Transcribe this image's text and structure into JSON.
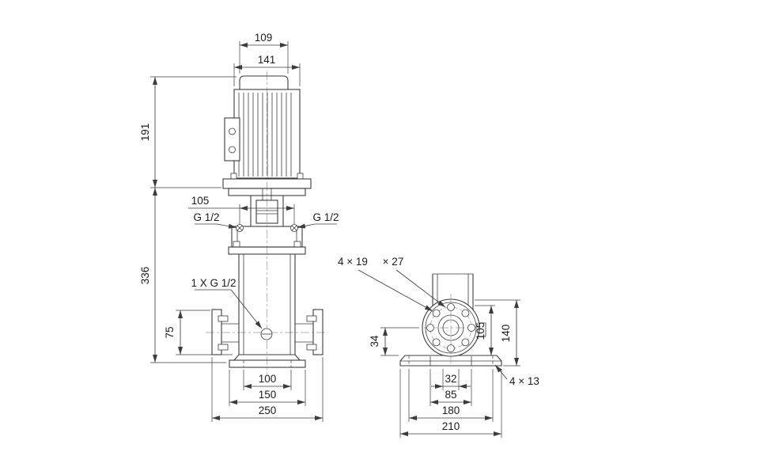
{
  "front_view": {
    "dim_fan_cover_width": "109",
    "dim_motor_width": "141",
    "dim_motor_height": "191",
    "dim_port_span": "105",
    "port_left": "G 1/2",
    "port_right": "G 1/2",
    "dim_pump_height": "336",
    "drain_port": "1 X G 1/2",
    "dim_port_height": "75",
    "dim_base_holes": "100",
    "dim_base_width": "150",
    "dim_port_to_port": "250"
  },
  "side_view": {
    "flange_bolt_holes": "4 × 19",
    "flange_counterbore": "× 27",
    "dim_foot_height": "34",
    "dim_inner_height": "105",
    "dim_outer_height": "140",
    "dim_slot_width": "32",
    "dim_support_width": "85",
    "dim_hole_spacing": "180",
    "dim_base_length": "210",
    "base_bolt_holes": "4 × 13"
  }
}
